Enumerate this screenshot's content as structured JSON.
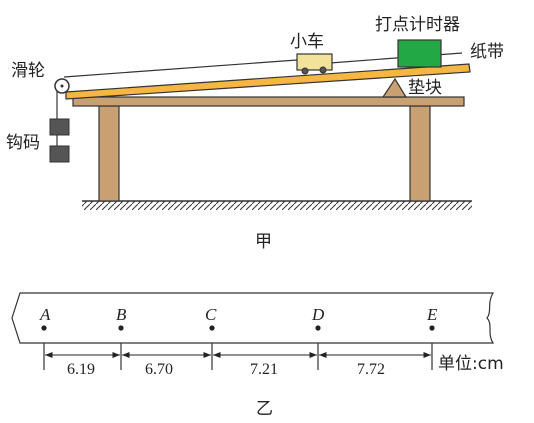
{
  "apparatus": {
    "pulley_label": "滑轮",
    "weight_label": "钩码",
    "cart_label": "小车",
    "timer_label": "打点计时器",
    "tape_label": "纸带",
    "block_label": "垫块",
    "caption": "甲"
  },
  "tape": {
    "points": [
      "A",
      "B",
      "C",
      "D",
      "E"
    ],
    "distances": [
      "6.19",
      "6.70",
      "7.21",
      "7.72"
    ],
    "unit_label": "单位:cm",
    "caption": "乙"
  },
  "colors": {
    "board": "#f5b642",
    "table": "#c9a071",
    "cart": "#f3e29a",
    "timer": "#22a845",
    "weight": "#555555"
  }
}
